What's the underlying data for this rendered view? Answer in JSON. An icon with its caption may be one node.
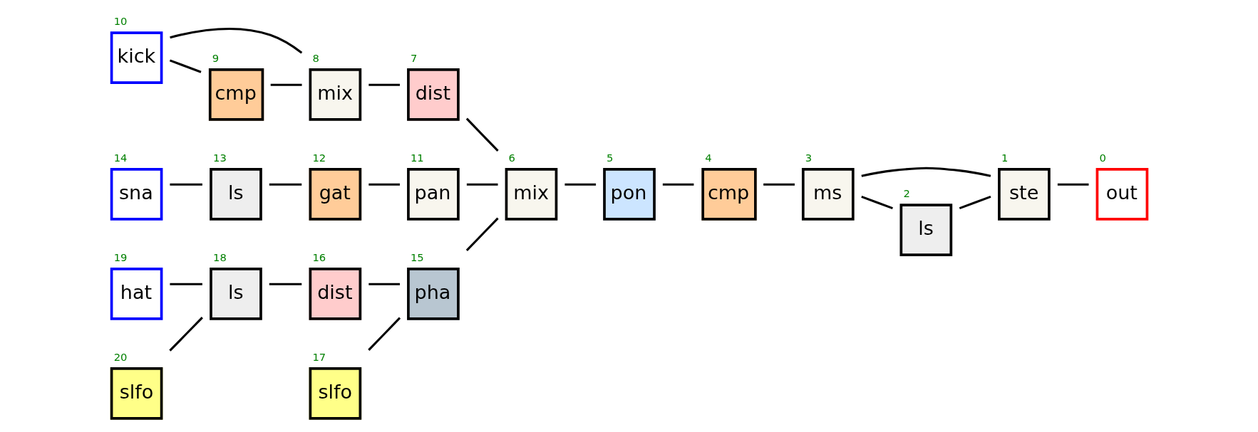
{
  "diagram": {
    "nodes": [
      {
        "text": [
          "kick"
        ],
        "beside": [
          "10"
        ]
      },
      {
        "text": [
          "mix"
        ],
        "beside": [
          "8"
        ]
      },
      {
        "text": [
          "dist"
        ],
        "beside": [
          "7"
        ]
      },
      {
        "text": [
          "cmp"
        ],
        "beside": [
          "9"
        ]
      },
      {
        "text": [
          "sna"
        ],
        "beside": [
          "14"
        ]
      },
      {
        "text": [
          "ls"
        ],
        "beside": [
          "13"
        ]
      },
      {
        "text": [
          "gat"
        ],
        "beside": [
          "12"
        ]
      },
      {
        "text": [
          "pan"
        ],
        "beside": [
          "11"
        ]
      },
      {
        "text": [
          "mix"
        ],
        "beside": [
          "6"
        ]
      },
      {
        "text": [
          "pon"
        ],
        "beside": [
          "5"
        ]
      },
      {
        "text": [
          "cmp"
        ],
        "beside": [
          "4"
        ]
      },
      {
        "text": [
          "ms"
        ],
        "beside": [
          "3"
        ]
      },
      {
        "text": [
          "ste"
        ],
        "beside": [
          "1"
        ]
      },
      {
        "text": [
          "out"
        ],
        "beside": [
          "0"
        ]
      },
      {
        "text": [
          "ls"
        ],
        "beside": [
          "2"
        ]
      },
      {
        "text": [
          "hat"
        ],
        "beside": [
          "19"
        ]
      },
      {
        "text": [
          "ls"
        ],
        "beside": [
          "18"
        ]
      },
      {
        "text": [
          "dist"
        ],
        "beside": [
          "16"
        ]
      },
      {
        "text": [
          "pha"
        ],
        "beside": [
          "15"
        ]
      },
      {
        "text": [
          "slfo"
        ],
        "beside": [
          "20"
        ]
      },
      {
        "text": [
          "slfo"
        ],
        "beside": [
          "17"
        ]
      }
    ],
    "edges": [
      {
        "from": 0,
        "to": 1,
        "arrow": "none"
      },
      {
        "from": 0,
        "to": 3,
        "arrow": "none"
      },
      {
        "from": 3,
        "to": 1,
        "arrow": "none"
      },
      {
        "from": 1,
        "to": 2,
        "arrow": "none"
      },
      {
        "from": 2,
        "to": 8,
        "arrow": "none"
      },
      {
        "from": 4,
        "to": 5,
        "arrow": "none"
      },
      {
        "from": 5,
        "to": 6,
        "arrow": "none"
      },
      {
        "from": 6,
        "to": 7,
        "arrow": "none"
      },
      {
        "from": 7,
        "to": 8,
        "arrow": "none"
      },
      {
        "from": 15,
        "to": 16,
        "arrow": "none"
      },
      {
        "from": 19,
        "to": 16,
        "arrow": "none"
      },
      {
        "from": 16,
        "to": 17,
        "arrow": "none"
      },
      {
        "from": 17,
        "to": 18,
        "arrow": "none"
      },
      {
        "from": 20,
        "to": 18,
        "arrow": "none"
      },
      {
        "from": 18,
        "to": 8,
        "arrow": "none"
      },
      {
        "from": 8,
        "to": 9,
        "arrow": "none"
      },
      {
        "from": 9,
        "to": 10,
        "arrow": "none"
      },
      {
        "from": 10,
        "to": 11,
        "arrow": "none"
      },
      {
        "from": 11,
        "to": 12,
        "arrow": "none"
      },
      {
        "from": 11,
        "to": 14,
        "arrow": "none"
      },
      {
        "from": 14,
        "to": 12,
        "arrow": "none"
      },
      {
        "from": 12,
        "to": 13,
        "arrow": "none"
      }
    ]
  }
}
